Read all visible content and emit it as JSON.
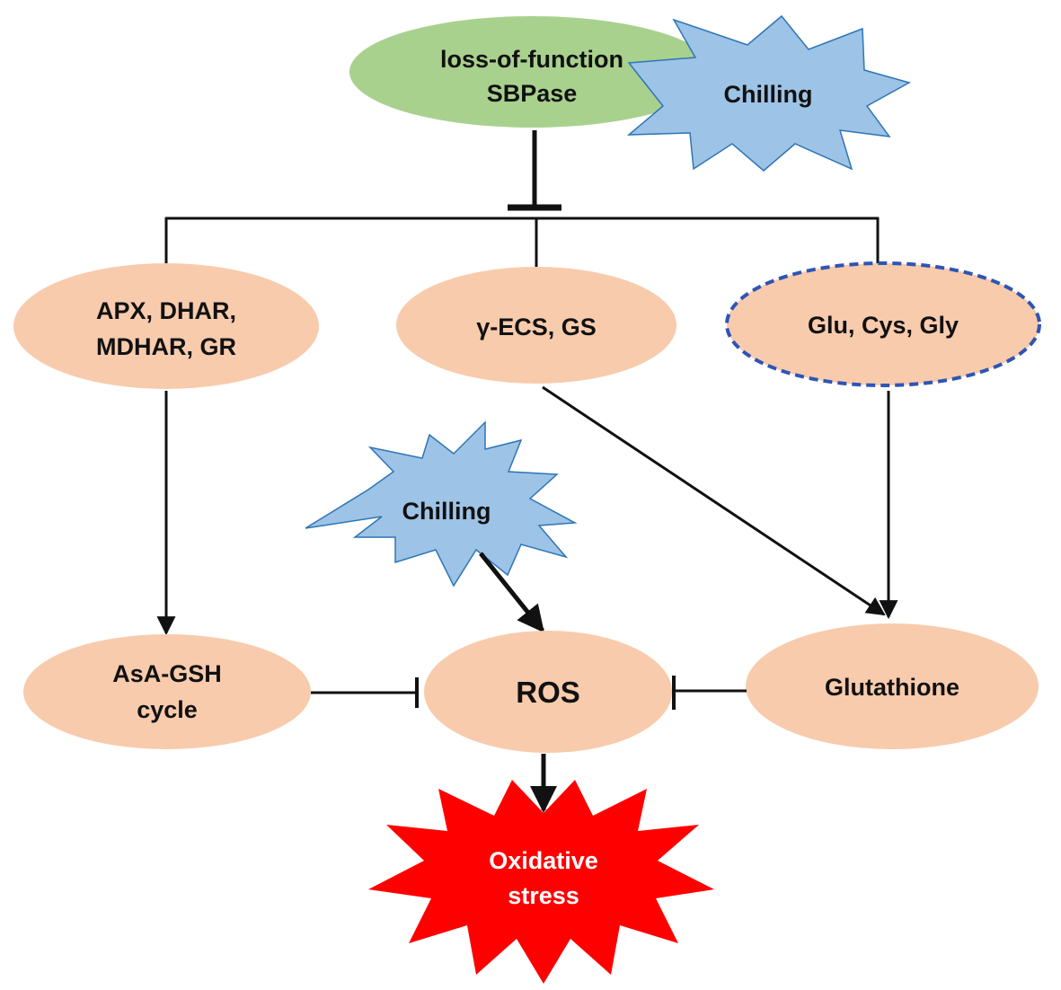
{
  "colors": {
    "green_node": "#a9d18e",
    "peach_node": "#f8cbad",
    "starburst_blue": "#9dc3e6",
    "starburst_blue_stroke": "#2e75b6",
    "starburst_red": "#ff0000",
    "dashed_outline": "#2f55b4",
    "line": "#111111",
    "white_text": "#ffffff"
  },
  "nodes": {
    "sbpase": {
      "line1": "loss-of-function",
      "line2": "SBPase"
    },
    "chilling_top": {
      "label": "Chilling"
    },
    "enzymes_left": {
      "line1": "APX,  DHAR,",
      "line2": "MDHAR,  GR"
    },
    "enzymes_mid": {
      "label": "γ-ECS, GS"
    },
    "amino_acids": {
      "label": "Glu, Cys, Gly"
    },
    "chilling_mid": {
      "label": "Chilling"
    },
    "asa_gsh": {
      "line1": "AsA-GSH",
      "line2": "cycle"
    },
    "ros": {
      "label": "ROS"
    },
    "glutathione": {
      "label": "Glutathione"
    },
    "oxidative_stress": {
      "line1": "Oxidative",
      "line2": "stress"
    }
  }
}
